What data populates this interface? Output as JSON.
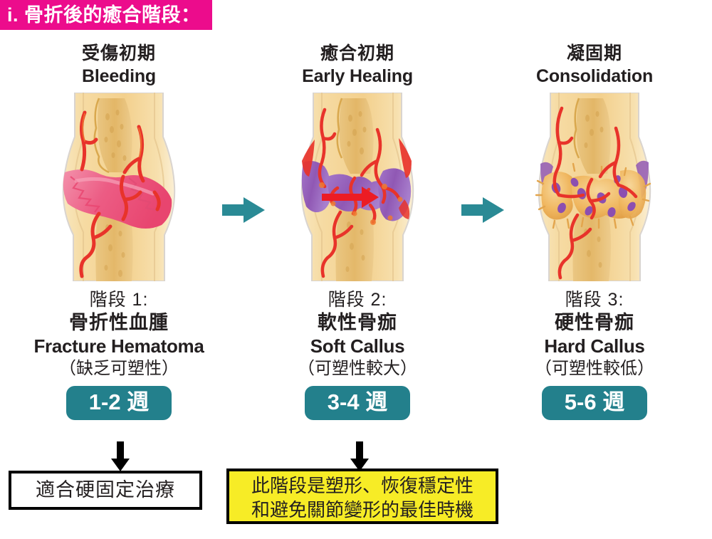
{
  "header": {
    "title": "i. 骨折後的癒合階段："
  },
  "colors": {
    "banner_pink": "#ec0c8c",
    "badge_teal": "#23808c",
    "arrow_teal": "#2a8a95",
    "callout_yellow": "#f7ec26",
    "bone_tan": "#f5dba6",
    "bone_marrow": "#e8bf73",
    "hematoma_pink": "#ef6b8e",
    "soft_callus_purple": "#9b6bbf",
    "vessel_red": "#e8332a",
    "hard_callus_orange": "#f0b760"
  },
  "columns": [
    {
      "phase_zh": "受傷初期",
      "phase_en": "Bleeding",
      "illustration": "fracture-hematoma-bone",
      "stage_num": "階段 1:",
      "stage_zh": "骨折性血腫",
      "stage_en": "Fracture Hematoma",
      "stage_note": "（缺乏可塑性）",
      "week_badge": "1-2 週"
    },
    {
      "phase_zh": "癒合初期",
      "phase_en": "Early Healing",
      "illustration": "soft-callus-bone",
      "stage_num": "階段 2:",
      "stage_zh": "軟性骨痂",
      "stage_en": "Soft Callus",
      "stage_note": "（可塑性較大）",
      "week_badge": "3-4 週"
    },
    {
      "phase_zh": "凝固期",
      "phase_en": "Consolidation",
      "illustration": "hard-callus-bone",
      "stage_num": "階段 3:",
      "stage_zh": "硬性骨痂",
      "stage_en": "Hard Callus",
      "stage_note": "（可塑性較低）",
      "week_badge": "5-6 週"
    }
  ],
  "callouts": {
    "white_box": "適合硬固定治療",
    "yellow_box_line1": "此階段是塑形、恢復穩定性",
    "yellow_box_line2": "和避免關節變形的最佳時機"
  },
  "icons": {
    "arrow_right_1": "arrow-right-icon",
    "arrow_right_2": "arrow-right-icon",
    "arrow_down_1": "arrow-down-icon",
    "arrow_down_2": "arrow-down-icon",
    "inner_arrow": "red-arrow-right-icon"
  }
}
